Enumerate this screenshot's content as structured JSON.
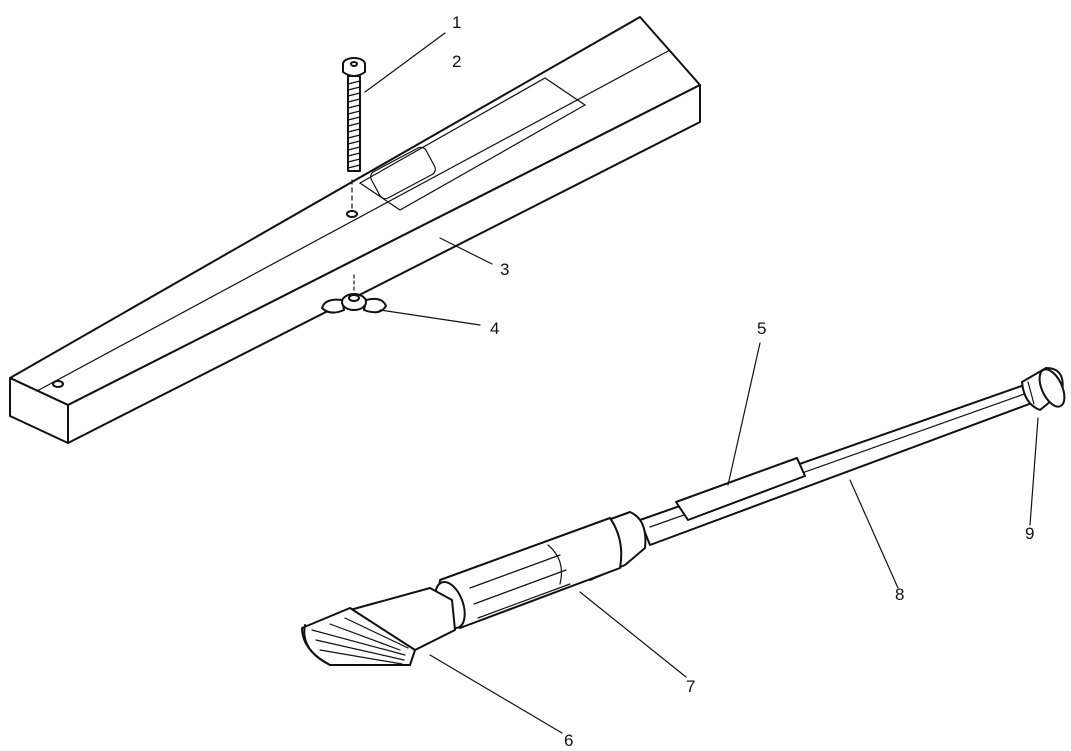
{
  "diagram": {
    "callouts": [
      {
        "id": "1",
        "label": "1"
      },
      {
        "id": "2",
        "label": "2"
      },
      {
        "id": "3",
        "label": "3"
      },
      {
        "id": "4",
        "label": "4"
      },
      {
        "id": "5",
        "label": "5"
      },
      {
        "id": "6",
        "label": "6"
      },
      {
        "id": "7",
        "label": "7"
      },
      {
        "id": "8",
        "label": "8"
      },
      {
        "id": "9",
        "label": "9"
      }
    ],
    "colors": {
      "ink": "#111111",
      "background": "#ffffff"
    }
  }
}
